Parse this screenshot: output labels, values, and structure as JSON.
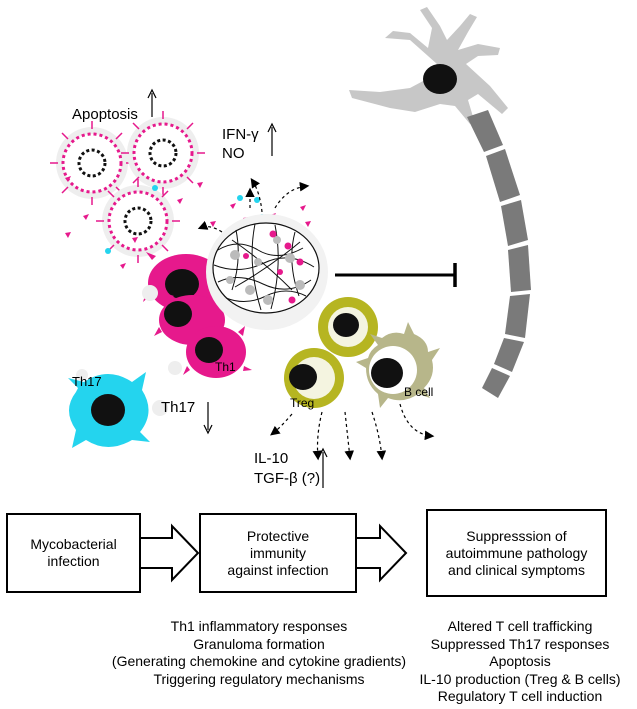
{
  "labels": {
    "apoptosis": "Apoptosis",
    "ifn_gamma": "IFN-γ",
    "no": "NO",
    "th17_cell": "Th17",
    "th17_down": "Th17",
    "th1_cell": "Th1",
    "treg_cell": "Treg",
    "b_cell": "B cell",
    "il10": "IL-10",
    "tgf_beta": "TGF-β (?)"
  },
  "flow": {
    "box1": "Mycobacterial\ninfection",
    "box2": "Protective\nimmunity\nagainst infection",
    "box3": "Suppresssion of\nautoimmune pathology\nand clinical symptoms"
  },
  "middle_list": [
    "Th1 inflammatory responses",
    "Granuloma formation",
    "(Generating chemokine and cytokine gradients)",
    "Triggering regulatory mechanisms"
  ],
  "right_list": [
    "Altered T cell trafficking",
    "Suppressed Th17 responses",
    "Apoptosis",
    "IL-10 production (Treg & B cells)",
    "Regulatory T cell induction"
  ],
  "colors": {
    "magenta": "#e6198c",
    "cyan": "#24d4ee",
    "olive": "#b6b521",
    "khaki": "#b7b68a",
    "neuron_gray": "#7a7a7a",
    "light_gray": "#bbbbbb"
  }
}
